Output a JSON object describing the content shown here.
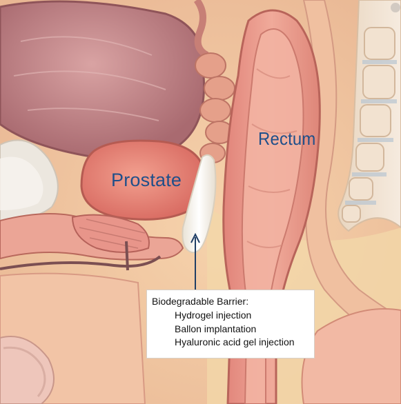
{
  "labels": {
    "prostate": "Prostate",
    "rectum": "Rectum"
  },
  "callout": {
    "heading": "Biodegradable Barrier:",
    "items": [
      "Hydrogel injection",
      "Ballon implantation",
      "Hyaluronic acid gel injection"
    ]
  },
  "colors": {
    "label_text": "#1f4f8a",
    "arrow": "#1f3e66",
    "bladder": "#c98a8e",
    "prostate": "#e07b70",
    "rectum_wall": "#e89a8c",
    "spacer": "#f7f3ea",
    "background_tissue": "#f3c9a3"
  }
}
